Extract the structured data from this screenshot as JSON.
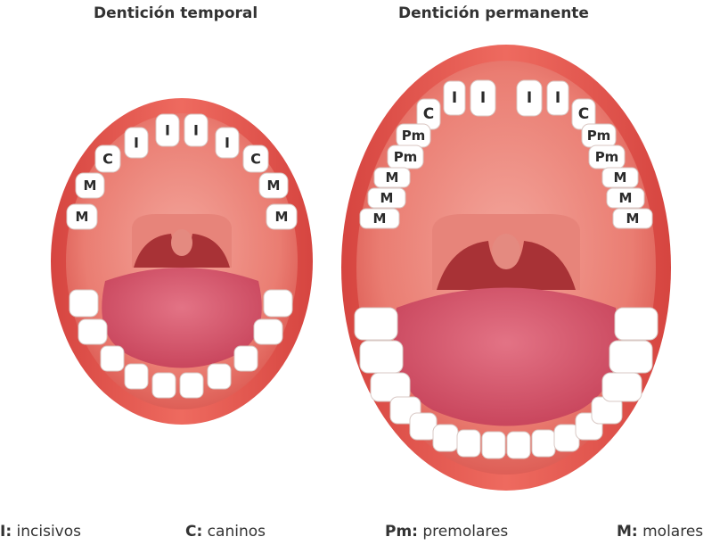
{
  "titles": {
    "temporal": "Dentición temporal",
    "permanente": "Dentición permanente"
  },
  "temporal_labels": {
    "left": [
      "I",
      "I",
      "C",
      "M",
      "M"
    ],
    "right": [
      "I",
      "I",
      "C",
      "M",
      "M"
    ]
  },
  "permanente_labels": {
    "left": [
      "I",
      "I",
      "C",
      "Pm",
      "Pm",
      "M",
      "M",
      "M"
    ],
    "right": [
      "I",
      "I",
      "C",
      "Pm",
      "Pm",
      "M",
      "M",
      "M"
    ]
  },
  "legend": [
    {
      "key": "I:",
      "text": " incisivos"
    },
    {
      "key": "C:",
      "text": " caninos"
    },
    {
      "key": "Pm:",
      "text": " premolares"
    },
    {
      "key": "M:",
      "text": " molares"
    }
  ],
  "colors": {
    "lip": "#e1524d",
    "inner": "#e96b62",
    "tongue": "#d9556a",
    "tooth": "#ffffff",
    "throat": "#a83236"
  }
}
